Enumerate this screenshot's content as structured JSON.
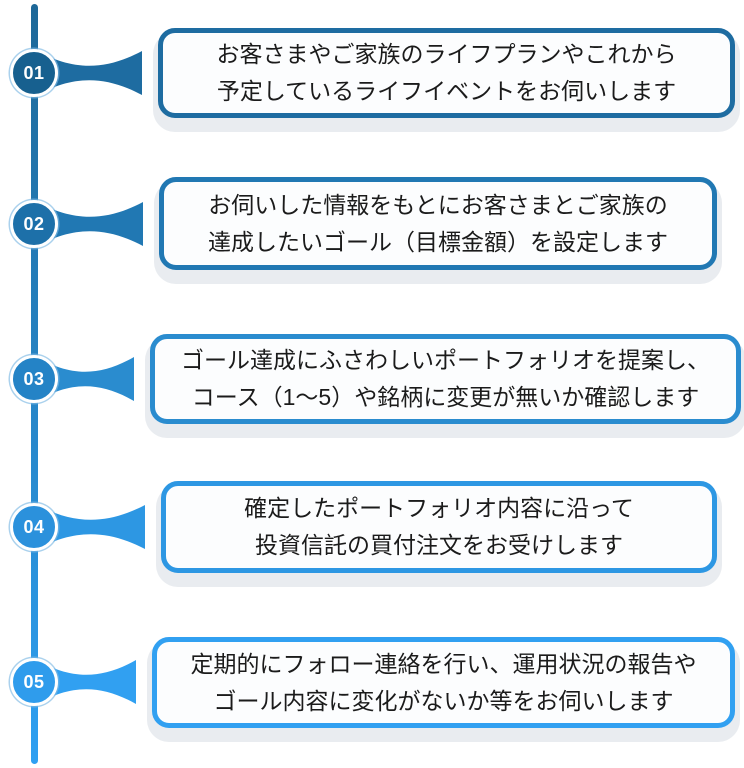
{
  "palette": {
    "page_bg": "#ffffff",
    "text_color": "#1b1b1b",
    "shadow_color": "#e9ecf0",
    "box_fill": "#fcfdfe"
  },
  "timeline": {
    "gradient_top": "#1e6898",
    "gradient_bottom": "#2fa0f2"
  },
  "steps": [
    {
      "number": "01",
      "lines": [
        "お客さまやご家族のライフプランやこれから",
        "予定しているライフイベントをお伺いします"
      ],
      "accent": "#1e6ca1",
      "badge_color": "#17608f"
    },
    {
      "number": "02",
      "lines": [
        "お伺いした情報をもとにお客さまとご家族の",
        "達成したいゴール（目標金額）を設定します"
      ],
      "accent": "#2178b3",
      "badge_color": "#1d70a9"
    },
    {
      "number": "03",
      "lines": [
        "ゴール達成にふさわしいポートフォリオを提案し、",
        "コース（1～5）や銘柄に変更が無いか確認します"
      ],
      "accent": "#2a8ccf",
      "badge_color": "#2483c6"
    },
    {
      "number": "04",
      "lines": [
        "確定したポートフォリオ内容に沿って",
        "投資信託の買付注文をお受けします"
      ],
      "accent": "#2d97e3",
      "badge_color": "#2b91dc"
    },
    {
      "number": "05",
      "lines": [
        "定期的にフォロー連絡を行い、運用状況の報告や",
        "ゴール内容に変化がないか等をお伺いします"
      ],
      "accent": "#31a0f1",
      "badge_color": "#2f9cec"
    }
  ]
}
